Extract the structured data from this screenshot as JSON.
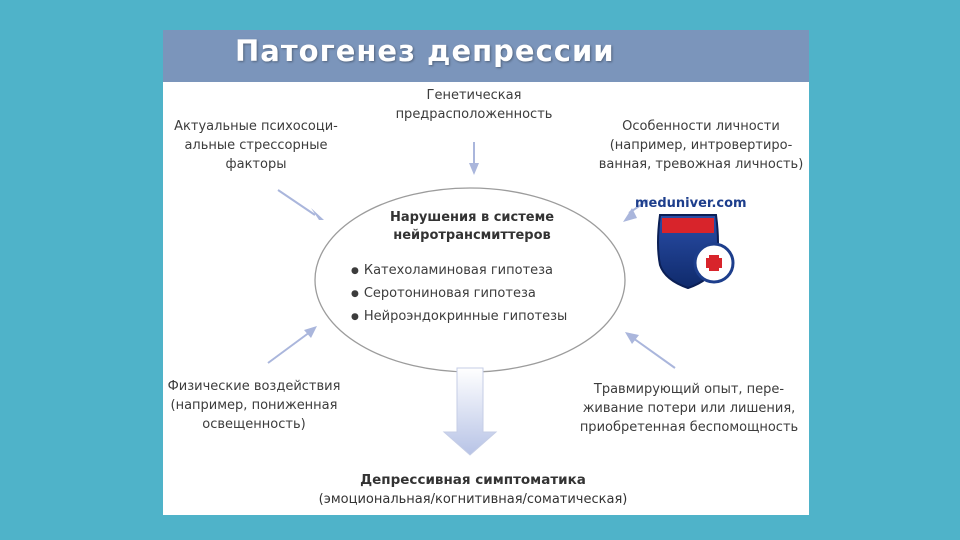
{
  "title": "Патогенез депрессии",
  "center": {
    "title_lines": [
      "Нарушения в системе",
      "нейротрансмиттеров"
    ],
    "hypotheses": [
      "Катехоламиновая гипотеза",
      "Серотониновая гипотеза",
      "Нейроэндокринные гипотезы"
    ]
  },
  "factors": {
    "top": [
      "Генетическая",
      "предрасположенность"
    ],
    "top_left": [
      "Актуальные психосоци-",
      "альные стрессорные",
      "факторы"
    ],
    "top_right": [
      "Особенности личности",
      "(например, интровертиро-",
      "ванная, тревожная личность)"
    ],
    "bottom_left": [
      "Физические воздействия",
      "(например, пониженная",
      "освещенность)"
    ],
    "bottom_right": [
      "Травмирующий опыт, пере-",
      "живание потери или лишения,",
      "приобретенная беспомощность"
    ]
  },
  "result": {
    "title": "Депрессивная симптоматика",
    "subtitle": "(эмоциональная/когнитивная/соматическая)"
  },
  "watermark": {
    "text": "meduniver.com",
    "icon": "medical-cross-shield-icon"
  },
  "colors": {
    "background": "#4fb3c9",
    "title_bar": "#7b95bb",
    "arrow": "#aab6dc",
    "logo_red": "#d8242b",
    "logo_blue": "#1d3e8c"
  }
}
